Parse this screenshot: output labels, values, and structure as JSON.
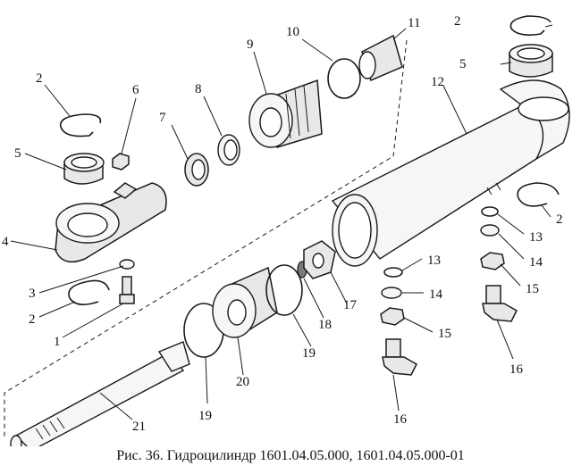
{
  "caption": "Рис. 36. Гидроцилиндр 1601.04.05.000, 1601.04.05.000-01",
  "labels": {
    "l1": "1",
    "l2a": "2",
    "l2b": "2",
    "l2c": "2",
    "l2d": "2",
    "l3": "3",
    "l4": "4",
    "l5a": "5",
    "l5b": "5",
    "l6": "6",
    "l7": "7",
    "l8": "8",
    "l9": "9",
    "l10": "10",
    "l11": "11",
    "l12": "12",
    "l13a": "13",
    "l13b": "13",
    "l14a": "14",
    "l14b": "14",
    "l15a": "15",
    "l15b": "15",
    "l16a": "16",
    "l16b": "16",
    "l17": "17",
    "l18": "18",
    "l19a": "19",
    "l19b": "19",
    "l20": "20",
    "l21": "21"
  }
}
